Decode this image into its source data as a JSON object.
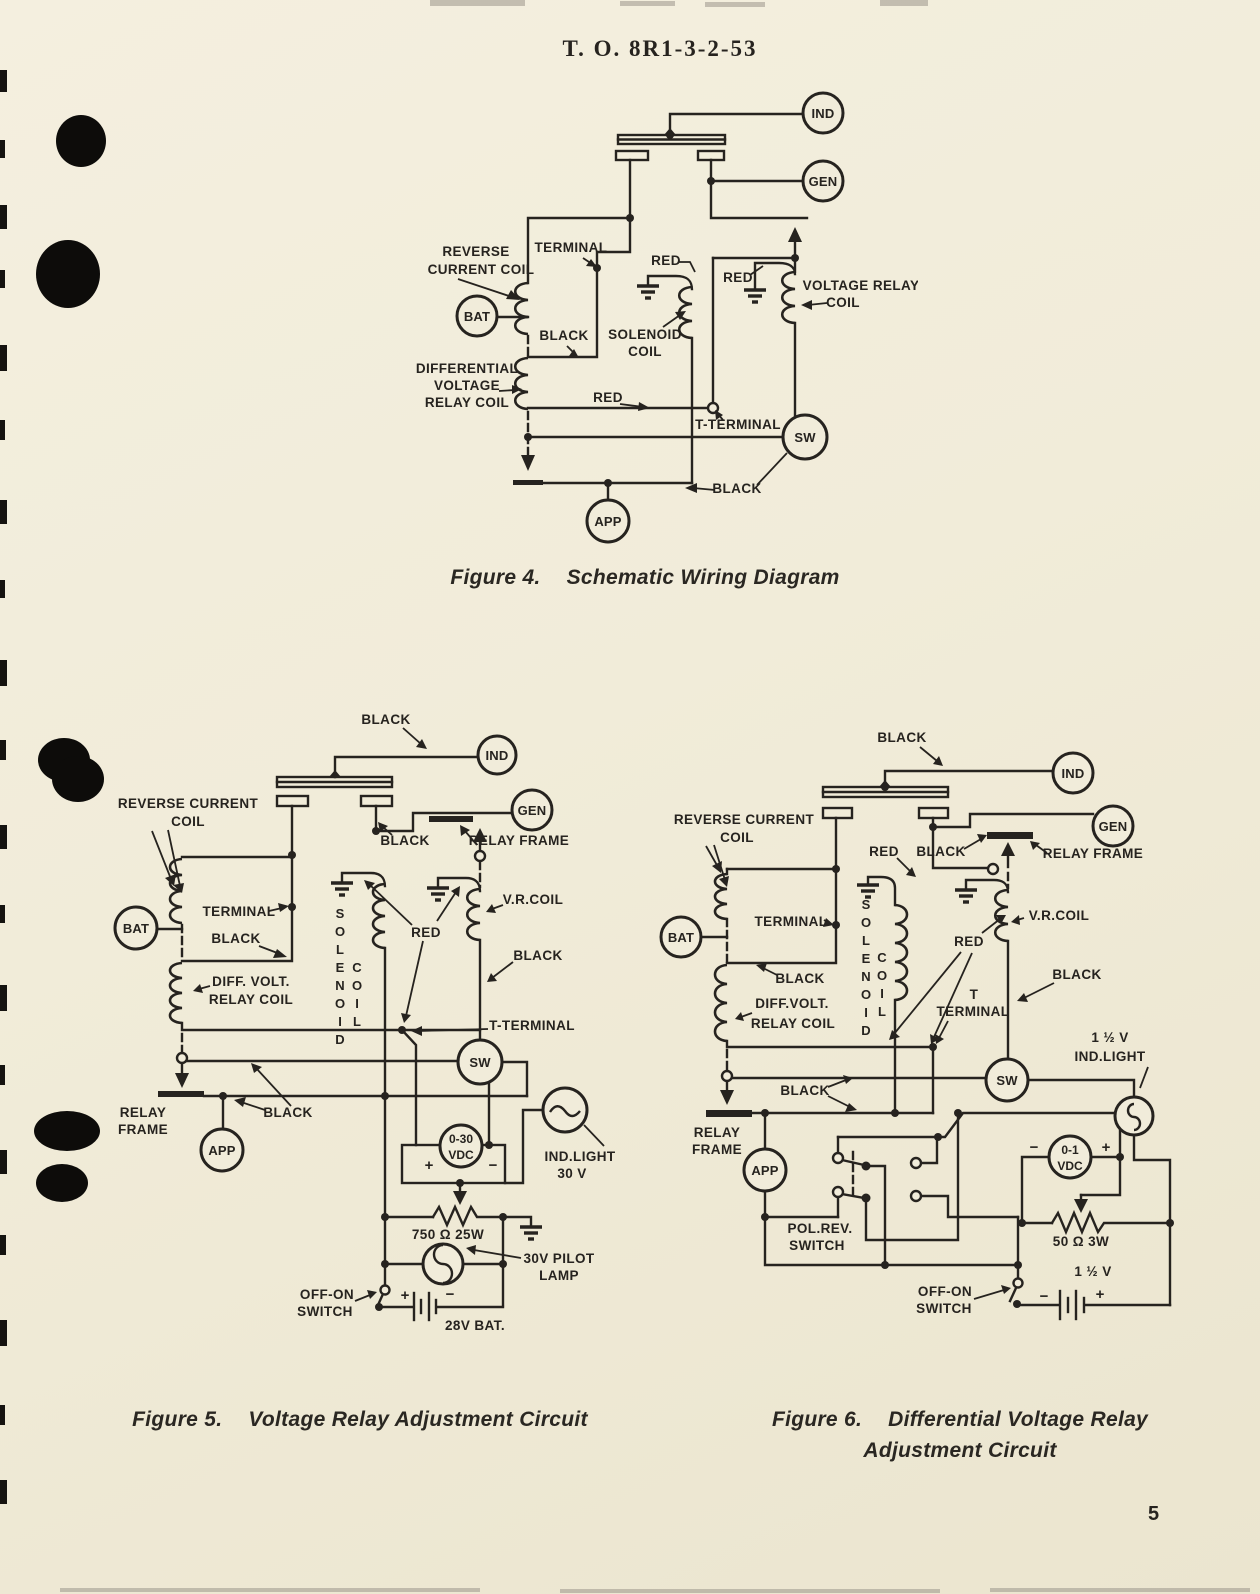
{
  "page": {
    "header_title": "T. O. 8R1-3-2-53",
    "page_number": "5"
  },
  "fig4": {
    "caption": {
      "label": "Figure 4.",
      "title": "Schematic Wiring Diagram"
    },
    "labels": {
      "ind": "IND",
      "gen": "GEN",
      "bat": "BAT",
      "sw": "SW",
      "app": "APP",
      "reverse_coil": {
        "l1": "REVERSE",
        "l2": "CURRENT COIL"
      },
      "terminal": "TERMINAL",
      "black_left": "BLACK",
      "solenoid": {
        "l1": "SOLENOID",
        "l2": "COIL"
      },
      "red_solenoid": "RED",
      "red_vr": "RED",
      "red_t": "RED",
      "vr_coil": {
        "l1": "VOLTAGE RELAY",
        "l2": "COIL"
      },
      "diff_coil": {
        "l1": "DIFFERENTIAL",
        "l2": "VOLTAGE",
        "l3": "RELAY COIL"
      },
      "t_terminal": "T-TERMINAL",
      "black_bottom": "BLACK"
    }
  },
  "fig5": {
    "caption": {
      "label": "Figure 5.",
      "title": "Voltage Relay Adjustment Circuit"
    },
    "labels": {
      "black_top": "BLACK",
      "ind": "IND",
      "gen": "GEN",
      "bat": "BAT",
      "sw": "SW",
      "app": "APP",
      "reverse_coil": {
        "l1": "REVERSE CURRENT",
        "l2": "COIL"
      },
      "relay_frame_top": "RELAY FRAME",
      "black_gen": "BLACK",
      "terminal": "TERMINAL",
      "black_step": "BLACK",
      "solenoid": {
        "l1": "SOLENOID",
        "l2": "COIL"
      },
      "red": "RED",
      "vr_coil": "V.R.COIL",
      "black_vr": "BLACK",
      "diff_coil": {
        "l1": "DIFF. VOLT.",
        "l2": "RELAY COIL"
      },
      "t_terminal": "T-TERMINAL",
      "relay_frame_left": {
        "l1": "RELAY",
        "l2": "FRAME"
      },
      "black_frame": "BLACK",
      "meter": {
        "l1": "0-30",
        "l2": "VDC"
      },
      "meter_plus": "+",
      "meter_minus": "−",
      "ind_light": {
        "l1": "IND.LIGHT",
        "l2": "30 V"
      },
      "pot": "750 Ω 25W",
      "pilot": {
        "l1": "30V PILOT",
        "l2": "LAMP"
      },
      "off_on": {
        "l1": "OFF-ON",
        "l2": "SWITCH"
      },
      "bat_plus": "+",
      "bat_minus": "−",
      "battery": "28V BAT."
    }
  },
  "fig6": {
    "caption": {
      "label": "Figure 6.",
      "title_l1": "Differential Voltage Relay",
      "title_l2": "Adjustment Circuit"
    },
    "labels": {
      "black_top": "BLACK",
      "ind": "IND",
      "gen": "GEN",
      "bat": "BAT",
      "sw": "SW",
      "app": "APP",
      "reverse_coil": {
        "l1": "REVERSE CURRENT",
        "l2": "COIL"
      },
      "red_top": "RED",
      "black_gen": "BLACK",
      "relay_frame_top": "RELAY FRAME",
      "terminal": "TERMINAL",
      "black_step": "BLACK",
      "solenoid": {
        "l1": "SOLENOID",
        "l2": "COIL"
      },
      "red_mid": "RED",
      "vr_coil": "V.R.COIL",
      "black_vr": "BLACK",
      "diff_coil": {
        "l1": "DIFF.VOLT.",
        "l2": "RELAY COIL"
      },
      "t_terminal": {
        "l1": "T",
        "l2": "TERMINAL"
      },
      "ind_light": {
        "l1": "1 ½ V",
        "l2": "IND.LIGHT"
      },
      "black_frame": "BLACK",
      "relay_frame_left": {
        "l1": "RELAY",
        "l2": "FRAME"
      },
      "meter": {
        "l1": "0-1",
        "l2": "VDC"
      },
      "meter_minus": "−",
      "meter_plus": "+",
      "pot": "50 Ω 3W",
      "pol_rev": {
        "l1": "POL.REV.",
        "l2": "SWITCH"
      },
      "off_on": {
        "l1": "OFF-ON",
        "l2": "SWITCH"
      },
      "battery": "1 ½ V",
      "bat_minus": "−",
      "bat_plus": "+"
    }
  }
}
